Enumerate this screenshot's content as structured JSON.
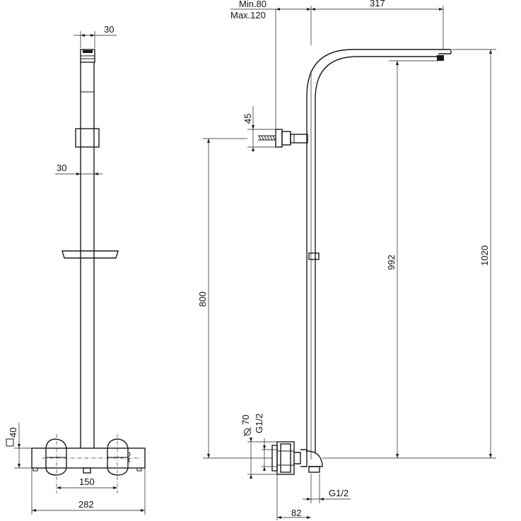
{
  "dimensions": {
    "front_top_width": "30",
    "front_mid_width": "30",
    "front_square": "□",
    "front_square_value": "40",
    "front_inner": "150",
    "front_overall": "282",
    "side_min": "Min.80",
    "side_max": "Max.120",
    "side_arm": "317",
    "side_bracket": "45",
    "side_height_800": "800",
    "side_height_992": "992",
    "side_height_1020": "1020",
    "side_diameter": "70",
    "side_thread_top": "G1/2",
    "side_thread_bottom": "G1/2",
    "side_depth": "82"
  },
  "symbols": {
    "diameter_symbol": "diameter-symbol",
    "square_symbol": "square-symbol"
  }
}
